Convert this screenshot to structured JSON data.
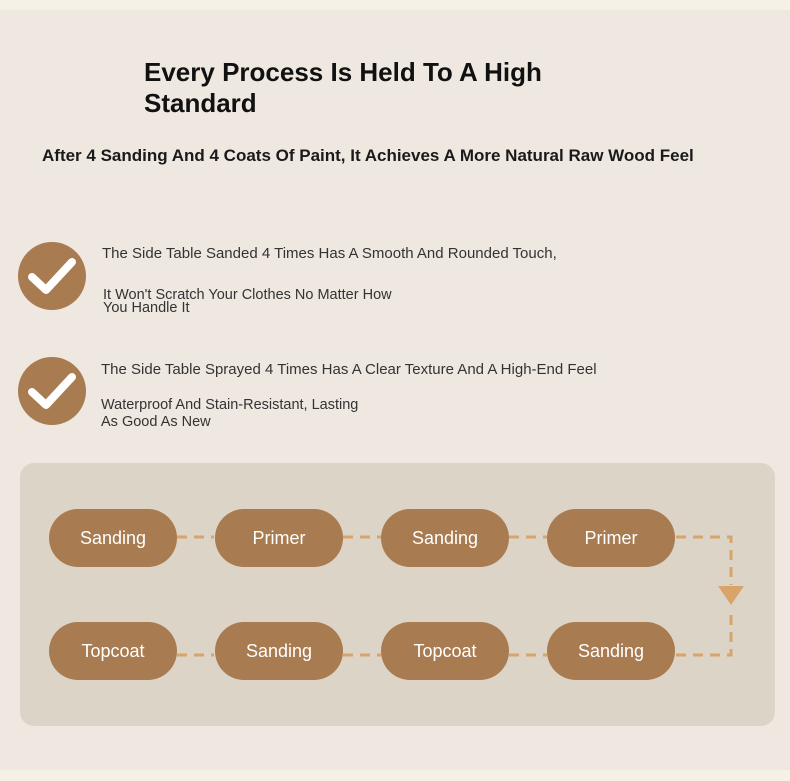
{
  "header": {
    "title": "Every Process Is Held To A High Standard",
    "subtitle": "After 4 Sanding And 4 Coats Of Paint, It Achieves A More Natural Raw Wood Feel"
  },
  "features": [
    {
      "main": "The Side Table Sanded 4 Times Has A Smooth And Rounded Touch,",
      "sub_line1": "It Won't Scratch Your Clothes No Matter How",
      "sub_line2": "You Handle It"
    },
    {
      "main": "The Side Table Sprayed 4 Times Has A Clear Texture And A High-End Feel",
      "sub_line1": "Waterproof And Stain-Resistant, Lasting",
      "sub_line2": "As Good As New"
    }
  ],
  "process": {
    "row1": [
      "Sanding",
      "Primer",
      "Sanding",
      "Primer"
    ],
    "row2": [
      "Topcoat",
      "Sanding",
      "Topcoat",
      "Sanding"
    ]
  },
  "colors": {
    "accent": "#a97b50",
    "dash": "#d9a46a",
    "panel": "#ddd4c8",
    "background": "#efe8e1"
  },
  "icons": {
    "check": "check-circle-icon",
    "arrow": "arrow-down-icon"
  }
}
